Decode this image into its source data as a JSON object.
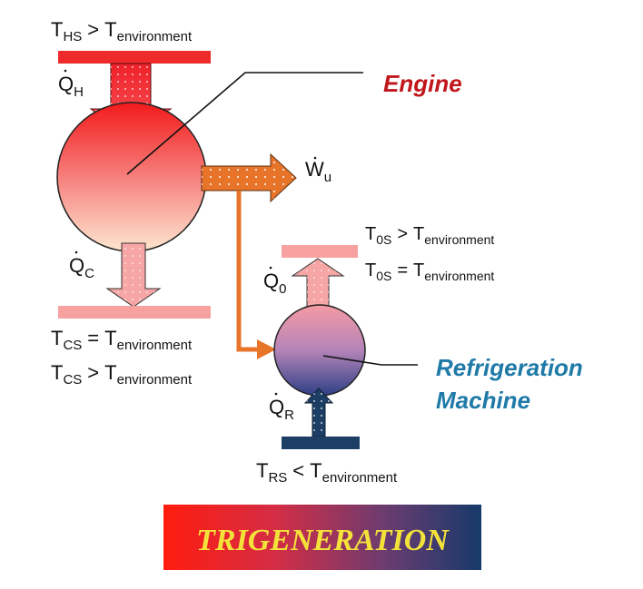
{
  "engine": {
    "title": "Engine",
    "hot_source": {
      "T": "T",
      "sub": "HS",
      "op": ">",
      "env_T": "T",
      "env_sub": "environment"
    },
    "heat_in": {
      "Q": "Q",
      "sub": "H"
    },
    "work_out": {
      "W": "W",
      "sub": "u"
    },
    "heat_out": {
      "Q": "Q",
      "sub": "C"
    },
    "cold_sink_line1": {
      "T": "T",
      "sub": "CS",
      "op": "=",
      "env_T": "T",
      "env_sub": "environment"
    },
    "cold_sink_line2": {
      "T": "T",
      "sub": "CS",
      "op": ">",
      "env_T": "T",
      "env_sub": "environment"
    }
  },
  "refrigeration": {
    "title_line1": "Refrigeration",
    "title_line2": "Machine",
    "out_line1": {
      "T": "T",
      "sub": "0S",
      "op": ">",
      "env_T": "T",
      "env_sub": "environment"
    },
    "out_line2": {
      "T": "T",
      "sub": "0S",
      "op": "=",
      "env_T": "T",
      "env_sub": "environment"
    },
    "heat_out": {
      "Q": "Q",
      "sub": "0"
    },
    "heat_in": {
      "Q": "Q",
      "sub": "R"
    },
    "cold_source": {
      "T": "T",
      "sub": "RS",
      "op": "<",
      "env_T": "T",
      "env_sub": "environment"
    }
  },
  "banner": {
    "text": "TRIGENERATION"
  },
  "colors": {
    "engine_title": "#c0161c",
    "refrigeration_title": "#1f7aa8",
    "hot_bar": "#ee2a2a",
    "cold_bar": "#f7a1a1",
    "work_arrow": "#e8742a",
    "refrigeration_bar": "#1d3f66",
    "banner_text": "#f3e23a"
  }
}
